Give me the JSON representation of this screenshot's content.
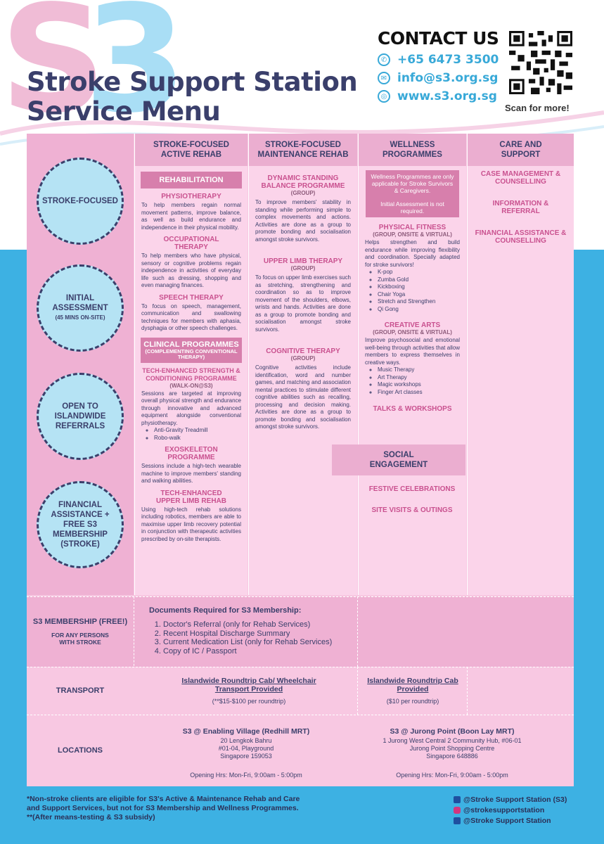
{
  "header": {
    "logo": "S3",
    "title_line1": "Stroke Support Station",
    "title_line2": "Service Menu"
  },
  "contact": {
    "heading": "CONTACT US",
    "phone": "+65 6473 3500",
    "email": "info@s3.org.sg",
    "website": "www.s3.org.sg",
    "qr_label": "Scan for more!"
  },
  "left": {
    "circle1": "STROKE-FOCUSED",
    "circle2": "INITIAL ASSESSMENT",
    "circle2_sub": "(45 MINS ON-SITE)",
    "circle3": "OPEN TO ISLANDWIDE REFERRALS",
    "circle4": "FINANCIAL ASSISTANCE + FREE S3 MEMBERSHIP (STROKE)"
  },
  "col1": {
    "head": "STROKE-FOCUSED ACTIVE REHAB",
    "rehab_bar": "REHABILITATION",
    "physio_title": "PHYSIOTHERAPY",
    "physio_body": "To help members regain normal movement patterns, improve balance, as well as build endurance and independence in their physical mobility.",
    "ot_title": "OCCUPATIONAL THERAPY",
    "ot_body": "To help members who have physical, sensory or cognitive problems regain independence in activities of everyday life such as dressing, shopping and even managing finances.",
    "speech_title": "SPEECH THERAPY",
    "speech_body": "To focus on speech, management, communication and swallowing techniques for members with aphasia, dysphagia or other speech challenges.",
    "clinical_bar": "CLINICAL PROGRAMMES",
    "clinical_sub": "(COMPLEMENTING CONVENTIONAL THERAPY)",
    "tech_title": "TECH-ENHANCED STRENGTH & CONDITIONING PROGRAMME",
    "tech_sub": "(WALK-ON@S3)",
    "tech_body": "Sessions are targeted at improving overall physical strength and endurance through innovative and advanced equipment alongside conventional physiotherapy.",
    "tech_items": [
      "Anti-Gravity Treadmill",
      "Robo-walk"
    ],
    "exo_title": "EXOSKELETON PROGRAMME",
    "exo_body": "Sessions include a high-tech wearable machine to improve members' standing and walking abilities.",
    "upper_title": "TECH-ENHANCED UPPER LIMB REHAB",
    "upper_body": "Using high-tech rehab solutions including robotics, members are able to maximise upper limb recovery potential in conjunction with therapeutic activities prescribed by on-site therapists."
  },
  "col2": {
    "head": "STROKE-FOCUSED MAINTENANCE REHAB",
    "dsb_title": "DYNAMIC STANDING BALANCE PROGRAMME",
    "group": "(GROUP)",
    "dsb_body": "To improve members' stability in standing while performing simple to complex movements and actions. Activities are done as a group to promote bonding and socialisation amongst stroke survivors.",
    "ult_title": "UPPER LIMB THERAPY",
    "ult_body": "To focus on upper limb exercises such as stretching, strengthening and coordination so as to improve movement of the shoulders, elbows, wrists and hands. Activities are done as a group to promote bonding and socialisation amongst stroke survivors.",
    "cog_title": "COGNITIVE THERAPY",
    "cog_body": "Cognitive activities include identification, word and number games, and matching and association mental practices to stimulate different cognitive abilities such as recalling, processing and decision making. Activities are done as a group to promote bonding and socialisation amongst stroke survivors."
  },
  "col3": {
    "head": "WELLNESS PROGRAMMES",
    "note1": "Wellness Programmes are only applicable for Stroke Survivors & Caregivers.",
    "note2": "Initial Assessment is not required.",
    "pf_title": "PHYSICAL FITNESS",
    "pf_sub": "(GROUP, ONSITE & VIRTUAL)",
    "pf_body": "Helps strengthen and build endurance while improving flexibility and coordination. Specially adapted for stroke survivors!",
    "pf_items": [
      "K-pop",
      "Zumba Gold",
      "Kickboxing",
      "Chair Yoga",
      "Stretch and Strengthen",
      "Qi Gong"
    ],
    "ca_title": "CREATIVE ARTS",
    "ca_sub": "(GROUP, ONSITE & VIRTUAL)",
    "ca_body": "Improve psychosocial and emotional well-being through activities that allow members to express themselves in creative ways.",
    "ca_items": [
      "Music Therapy",
      "Art Therapy",
      "Magic workshops",
      "Finger Art classes"
    ],
    "talks": "TALKS & WORKSHOPS",
    "social_head": "SOCIAL ENGAGEMENT",
    "festive": "FESTIVE CELEBRATIONS",
    "visits": "SITE VISITS & OUTINGS"
  },
  "col4": {
    "head": "CARE AND SUPPORT",
    "item1": "CASE MANAGEMENT & COUNSELLING",
    "item2": "INFORMATION & REFERRAL",
    "item3": "FINANCIAL ASSISTANCE & COUNSELLING"
  },
  "membership": {
    "label": "S3 MEMBERSHIP (FREE!)",
    "sub": "FOR ANY PERSONS WITH STROKE",
    "docs_title": "Documents Required for S3 Membership:",
    "docs": [
      "Doctor's Referral (only for Rehab Services)",
      "Recent Hospital Discharge Summary",
      "Current Medication List (only for Rehab Services)",
      "Copy of IC / Passport"
    ]
  },
  "transport": {
    "label": "TRANSPORT",
    "opt1_title": "Islandwide Roundtrip Cab/ Wheelchair Transport Provided",
    "opt1_price": "(**$15-$100 per roundtrip)",
    "opt2_title": "Islandwide Roundtrip Cab Provided",
    "opt2_price": "($10 per roundtrip)"
  },
  "locations": {
    "label": "LOCATIONS",
    "loc1_name": "S3 @ Enabling Village (Redhill MRT)",
    "loc1_addr1": "20 Lengkok Bahru",
    "loc1_addr2": "#01-04, Playground",
    "loc1_addr3": "Singapore 159053",
    "loc1_hours": "Opening Hrs: Mon-Fri, 9:00am - 5:00pm",
    "loc2_name": "S3 @ Jurong Point (Boon Lay MRT)",
    "loc2_addr1": "1 Jurong West Central 2 Community Hub, #06-01",
    "loc2_addr2": "Jurong Point Shopping Centre",
    "loc2_addr3": "Singapore 648886",
    "loc2_hours": "Opening Hrs: Mon-Fri, 9:00am - 5:00pm"
  },
  "footer": {
    "note1": "*Non-stroke clients are eligible for S3's Active & Maintenance Rehab and Care",
    "note2": "and Support Services, but not for S3 Membership and Wellness Programmes.",
    "note3": "**(After means-testing & S3 subsidy)",
    "facebook": "@Stroke Support Station (S3)",
    "instagram": "@strokesupportstation",
    "linkedin": "@Stroke Support Station"
  }
}
